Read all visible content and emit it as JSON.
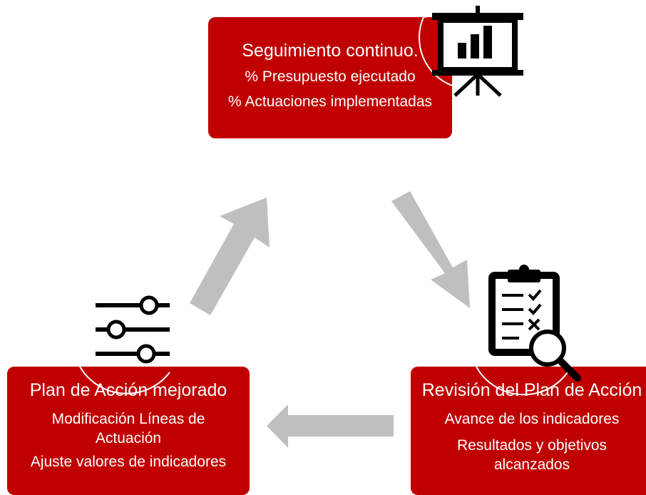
{
  "cycle": {
    "top": {
      "title": "Seguimiento continuo.",
      "lines": [
        "% Presupuesto ejecutado",
        "% Actuaciones implementadas"
      ],
      "icon": "presentation-chart-icon"
    },
    "right": {
      "title": "Revisión del Plan de Acción",
      "lines": [
        "Avance de los indicadores",
        "Resultados y objetivos alcanzados"
      ],
      "icon": "clipboard-search-icon"
    },
    "left": {
      "title": "Plan de Acción mejorado",
      "lines": [
        "Modificación Líneas de Actuación",
        "Ajuste valores de indicadores"
      ],
      "icon": "sliders-icon"
    }
  },
  "colors": {
    "box": "#c00000",
    "box_text": "#ffffff",
    "arrow": "#bfbfbf",
    "icon": "#000000"
  }
}
